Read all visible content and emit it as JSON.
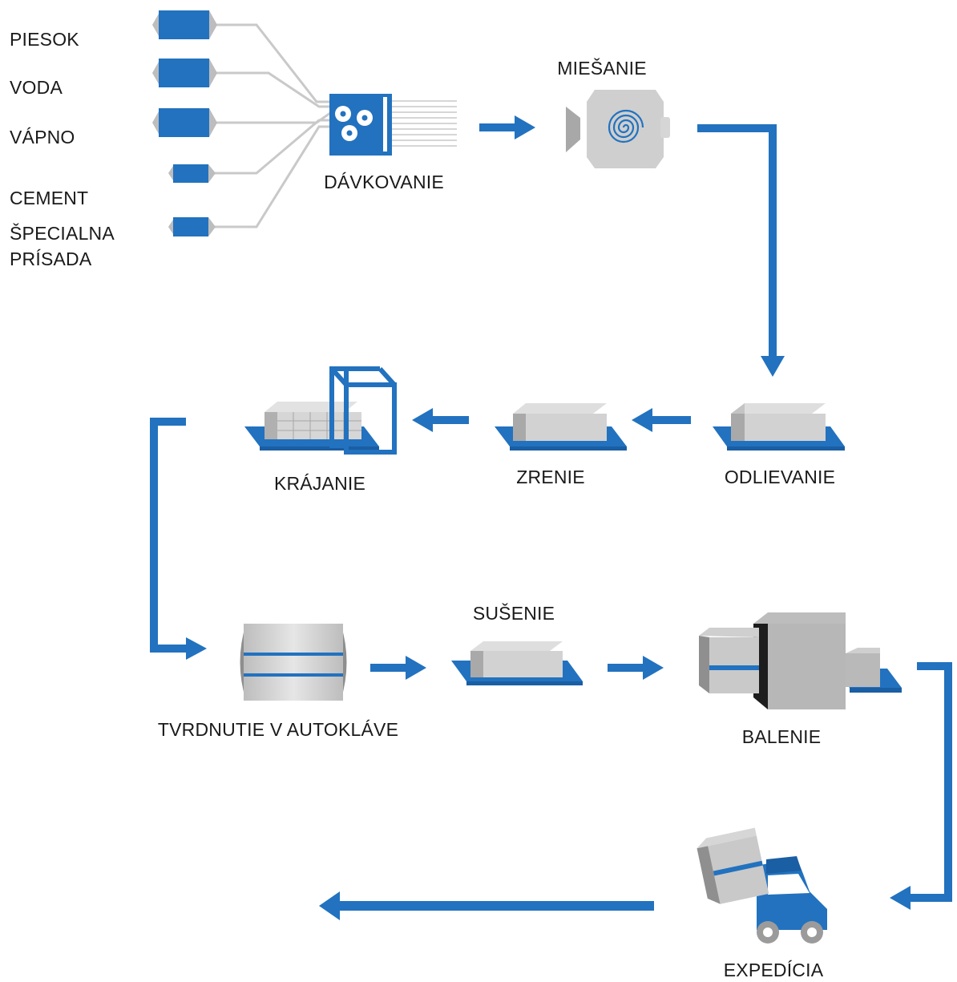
{
  "colors": {
    "blue": "#2272bf",
    "dark_blue": "#1a5ea3",
    "grey_light": "#dcdcdc",
    "grey_mid": "#c7c7c7",
    "grey_dark": "#9d9d9d",
    "pipe": "#c9c9c9",
    "black": "#1d1d1d"
  },
  "inputs": {
    "piesok": "PIESOK",
    "voda": "VODA",
    "vapno": "VÁPNO",
    "cement": "CEMENT",
    "special_1": "ŠPECIALNA",
    "special_2": "PRÍSADA"
  },
  "steps": {
    "davkovanie": "DÁVKOVANIE",
    "miesanie": "MIEŠANIE",
    "odlievanie": "ODLIEVANIE",
    "zrenie": "ZRENIE",
    "krajanie": "KRÁJANIE",
    "autoklav": "TVRDNUTIE V AUTOKLÁVE",
    "susenie": "SUŠENIE",
    "balenie": "BALENIE",
    "expedicia": "EXPEDÍCIA"
  },
  "icons": [
    "silo-icon",
    "dosing-unit-icon",
    "mixer-icon",
    "mold-pallet-icon",
    "cutting-frame-icon",
    "autoclave-icon",
    "packaging-machine-icon",
    "delivery-truck-icon",
    "flow-arrow-icon"
  ]
}
